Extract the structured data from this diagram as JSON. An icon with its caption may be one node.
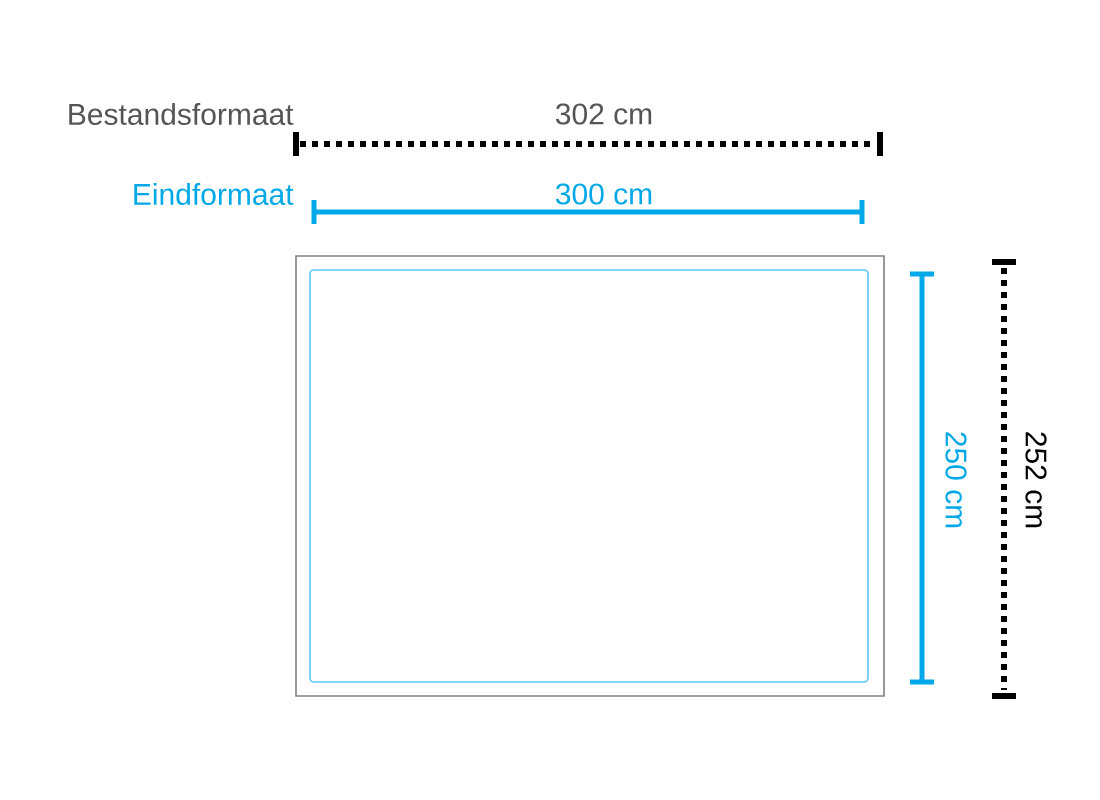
{
  "diagram": {
    "labels": [
      "Bestandsformaat",
      "302 cm",
      "Eindformaat",
      "300 cm",
      "250 cm",
      "252 cm"
    ]
  }
}
